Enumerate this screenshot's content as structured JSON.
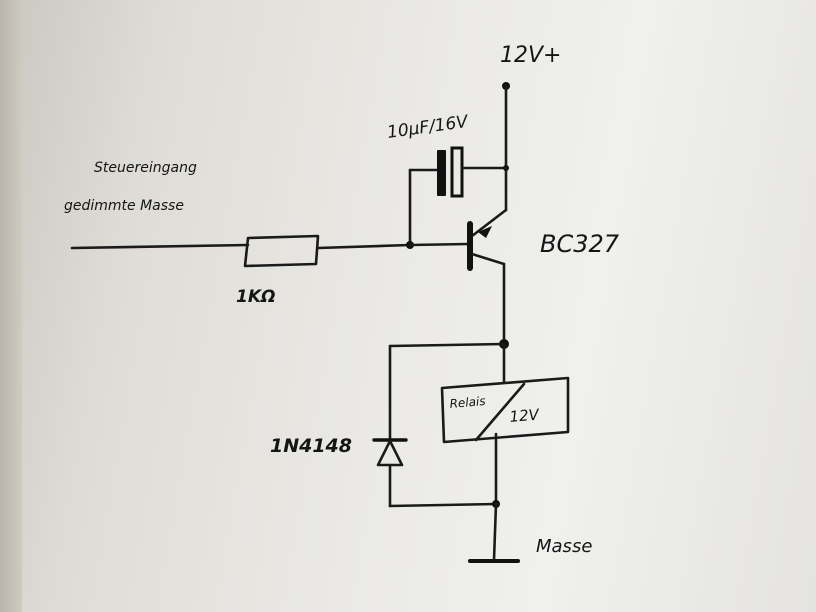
{
  "labels": {
    "supply": "12V+",
    "capacitor": "10µF/16V",
    "input_line1": "Steuereingang",
    "input_line2": "gedimmte Masse",
    "transistor": "BC327",
    "resistor": "1KΩ",
    "relay_left": "Relais",
    "relay_right": "12V",
    "diode": "1N4148",
    "ground": "Masse"
  },
  "colors": {
    "ink": "#151515",
    "paper": "#eeeeec"
  }
}
